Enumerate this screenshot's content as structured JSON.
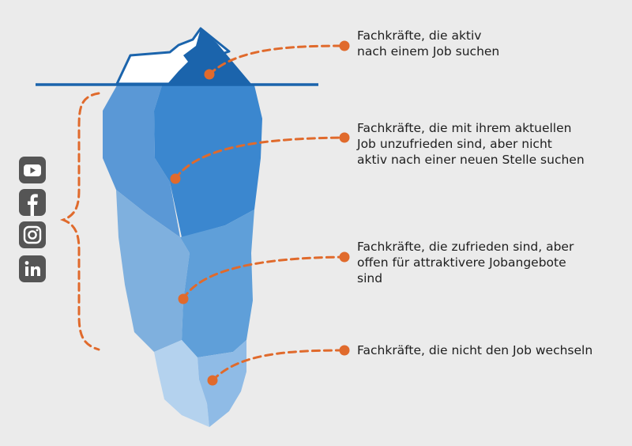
{
  "colors": {
    "background": "#ebebeb",
    "waterline": "#1b64ac",
    "tip_dark": "#1b64ac",
    "snow": "#ffffff",
    "ice_mid": "#4a8fd0",
    "ice_light": "#6ea6da",
    "ice_lighter": "#8cb9e3",
    "ice_lightest": "#b6d3ef",
    "connector": "#e06a2c",
    "icon_bg": "#555555"
  },
  "social_icons": [
    {
      "name": "youtube-icon"
    },
    {
      "name": "facebook-icon"
    },
    {
      "name": "instagram-icon"
    },
    {
      "name": "linkedin-icon"
    }
  ],
  "layers": [
    {
      "text": "Fachkräfte, die aktiv\nnach einem Job suchen"
    },
    {
      "text": "Fachkräfte, die mit ihrem aktuellen\nJob unzufrieden sind, aber nicht\naktiv nach einer neuen Stelle suchen"
    },
    {
      "text": "Fachkräfte, die zufrieden sind, aber\noffen für attraktivere Jobangebote\nsind"
    },
    {
      "text": "Fachkräfte, die nicht den Job wechseln"
    }
  ]
}
